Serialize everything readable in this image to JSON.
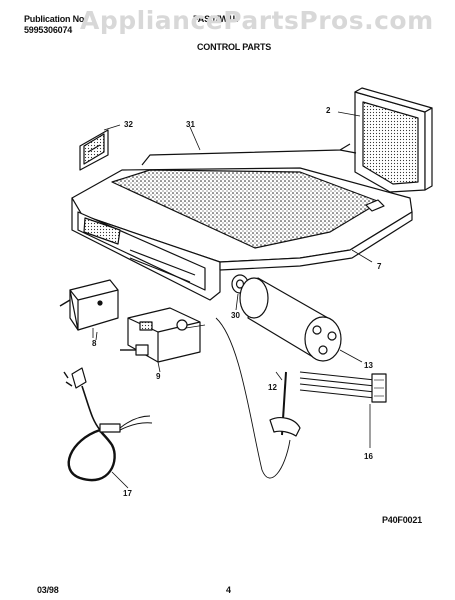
{
  "watermark": "AppliancePartsPros.com",
  "header": {
    "publication_label": "Publication No.",
    "publication_number": "5995306074",
    "model": "FAS07W1L",
    "section_title": "CONTROL PARTS"
  },
  "callouts": {
    "c2": "2",
    "c7": "7",
    "c8": "8",
    "c9": "9",
    "c12": "12",
    "c13": "13",
    "c16": "16",
    "c17": "17",
    "c30": "30",
    "c31": "31",
    "c32": "32"
  },
  "footer": {
    "figure_code": "P40F0021",
    "date": "03/98",
    "page": "4"
  }
}
